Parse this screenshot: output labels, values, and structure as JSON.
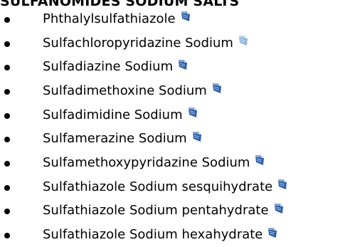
{
  "heading": "SULFANOMIDES SODIUM SALTS",
  "items": [
    {
      "label": "Phthalylsulfathiazole",
      "icon": "document-link-icon",
      "icon_color": "#2d5fa8"
    },
    {
      "label": "Sulfachloropyridazine Sodium",
      "icon": "document-link-icon-faded",
      "icon_color": "#8fb3d9"
    },
    {
      "label": "Sulfadiazine Sodium",
      "icon": "document-link-icon",
      "icon_color": "#2d5fa8"
    },
    {
      "label": "Sulfadimethoxine Sodium",
      "icon": "document-link-icon",
      "icon_color": "#2d5fa8"
    },
    {
      "label": "Sulfadimidine Sodium",
      "icon": "document-link-icon",
      "icon_color": "#2d5fa8"
    },
    {
      "label": "Sulfamerazine Sodium",
      "icon": "document-link-icon",
      "icon_color": "#2d5fa8"
    },
    {
      "label": "Sulfamethoxypyridazine Sodium",
      "icon": "document-link-icon",
      "icon_color": "#2d5fa8"
    },
    {
      "label": "Sulfathiazole Sodium sesquihydrate",
      "icon": "document-link-icon",
      "icon_color": "#2d5fa8"
    },
    {
      "label": "Sulfathiazole Sodium pentahydrate",
      "icon": "document-link-icon",
      "icon_color": "#2d5fa8"
    },
    {
      "label": "Sulfathiazole Sodium hexahydrate",
      "icon": "document-link-icon",
      "icon_color": "#2d5fa8"
    }
  ]
}
